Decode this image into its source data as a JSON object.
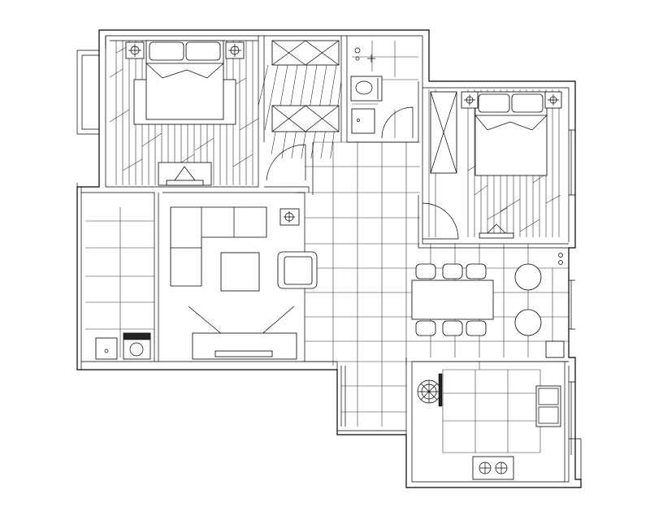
{
  "plan": {
    "rooms": [
      {
        "id": "master-bedroom",
        "floor": "wood"
      },
      {
        "id": "closet-hall",
        "floor": "wood"
      },
      {
        "id": "bathroom",
        "floor": "tile"
      },
      {
        "id": "second-bedroom",
        "floor": "wood"
      },
      {
        "id": "balcony",
        "floor": "tile"
      },
      {
        "id": "living-room",
        "floor": "tile"
      },
      {
        "id": "dining-area",
        "floor": "tile"
      },
      {
        "id": "kitchen",
        "floor": "tile"
      }
    ],
    "icons": [
      "bed-icon",
      "nightstand-lamp-icon",
      "tv-cabinet-icon",
      "wardrobe-icon",
      "toilet-icon",
      "sink-icon",
      "sofa-icon",
      "armchair-icon",
      "coffee-table-icon",
      "dining-table-icon",
      "dining-chair-icon",
      "washing-machine-icon",
      "stove-icon",
      "kitchen-sink-icon",
      "plant-icon",
      "door-swing-icon"
    ],
    "colors": {
      "line": "#000000",
      "background": "#ffffff"
    }
  }
}
